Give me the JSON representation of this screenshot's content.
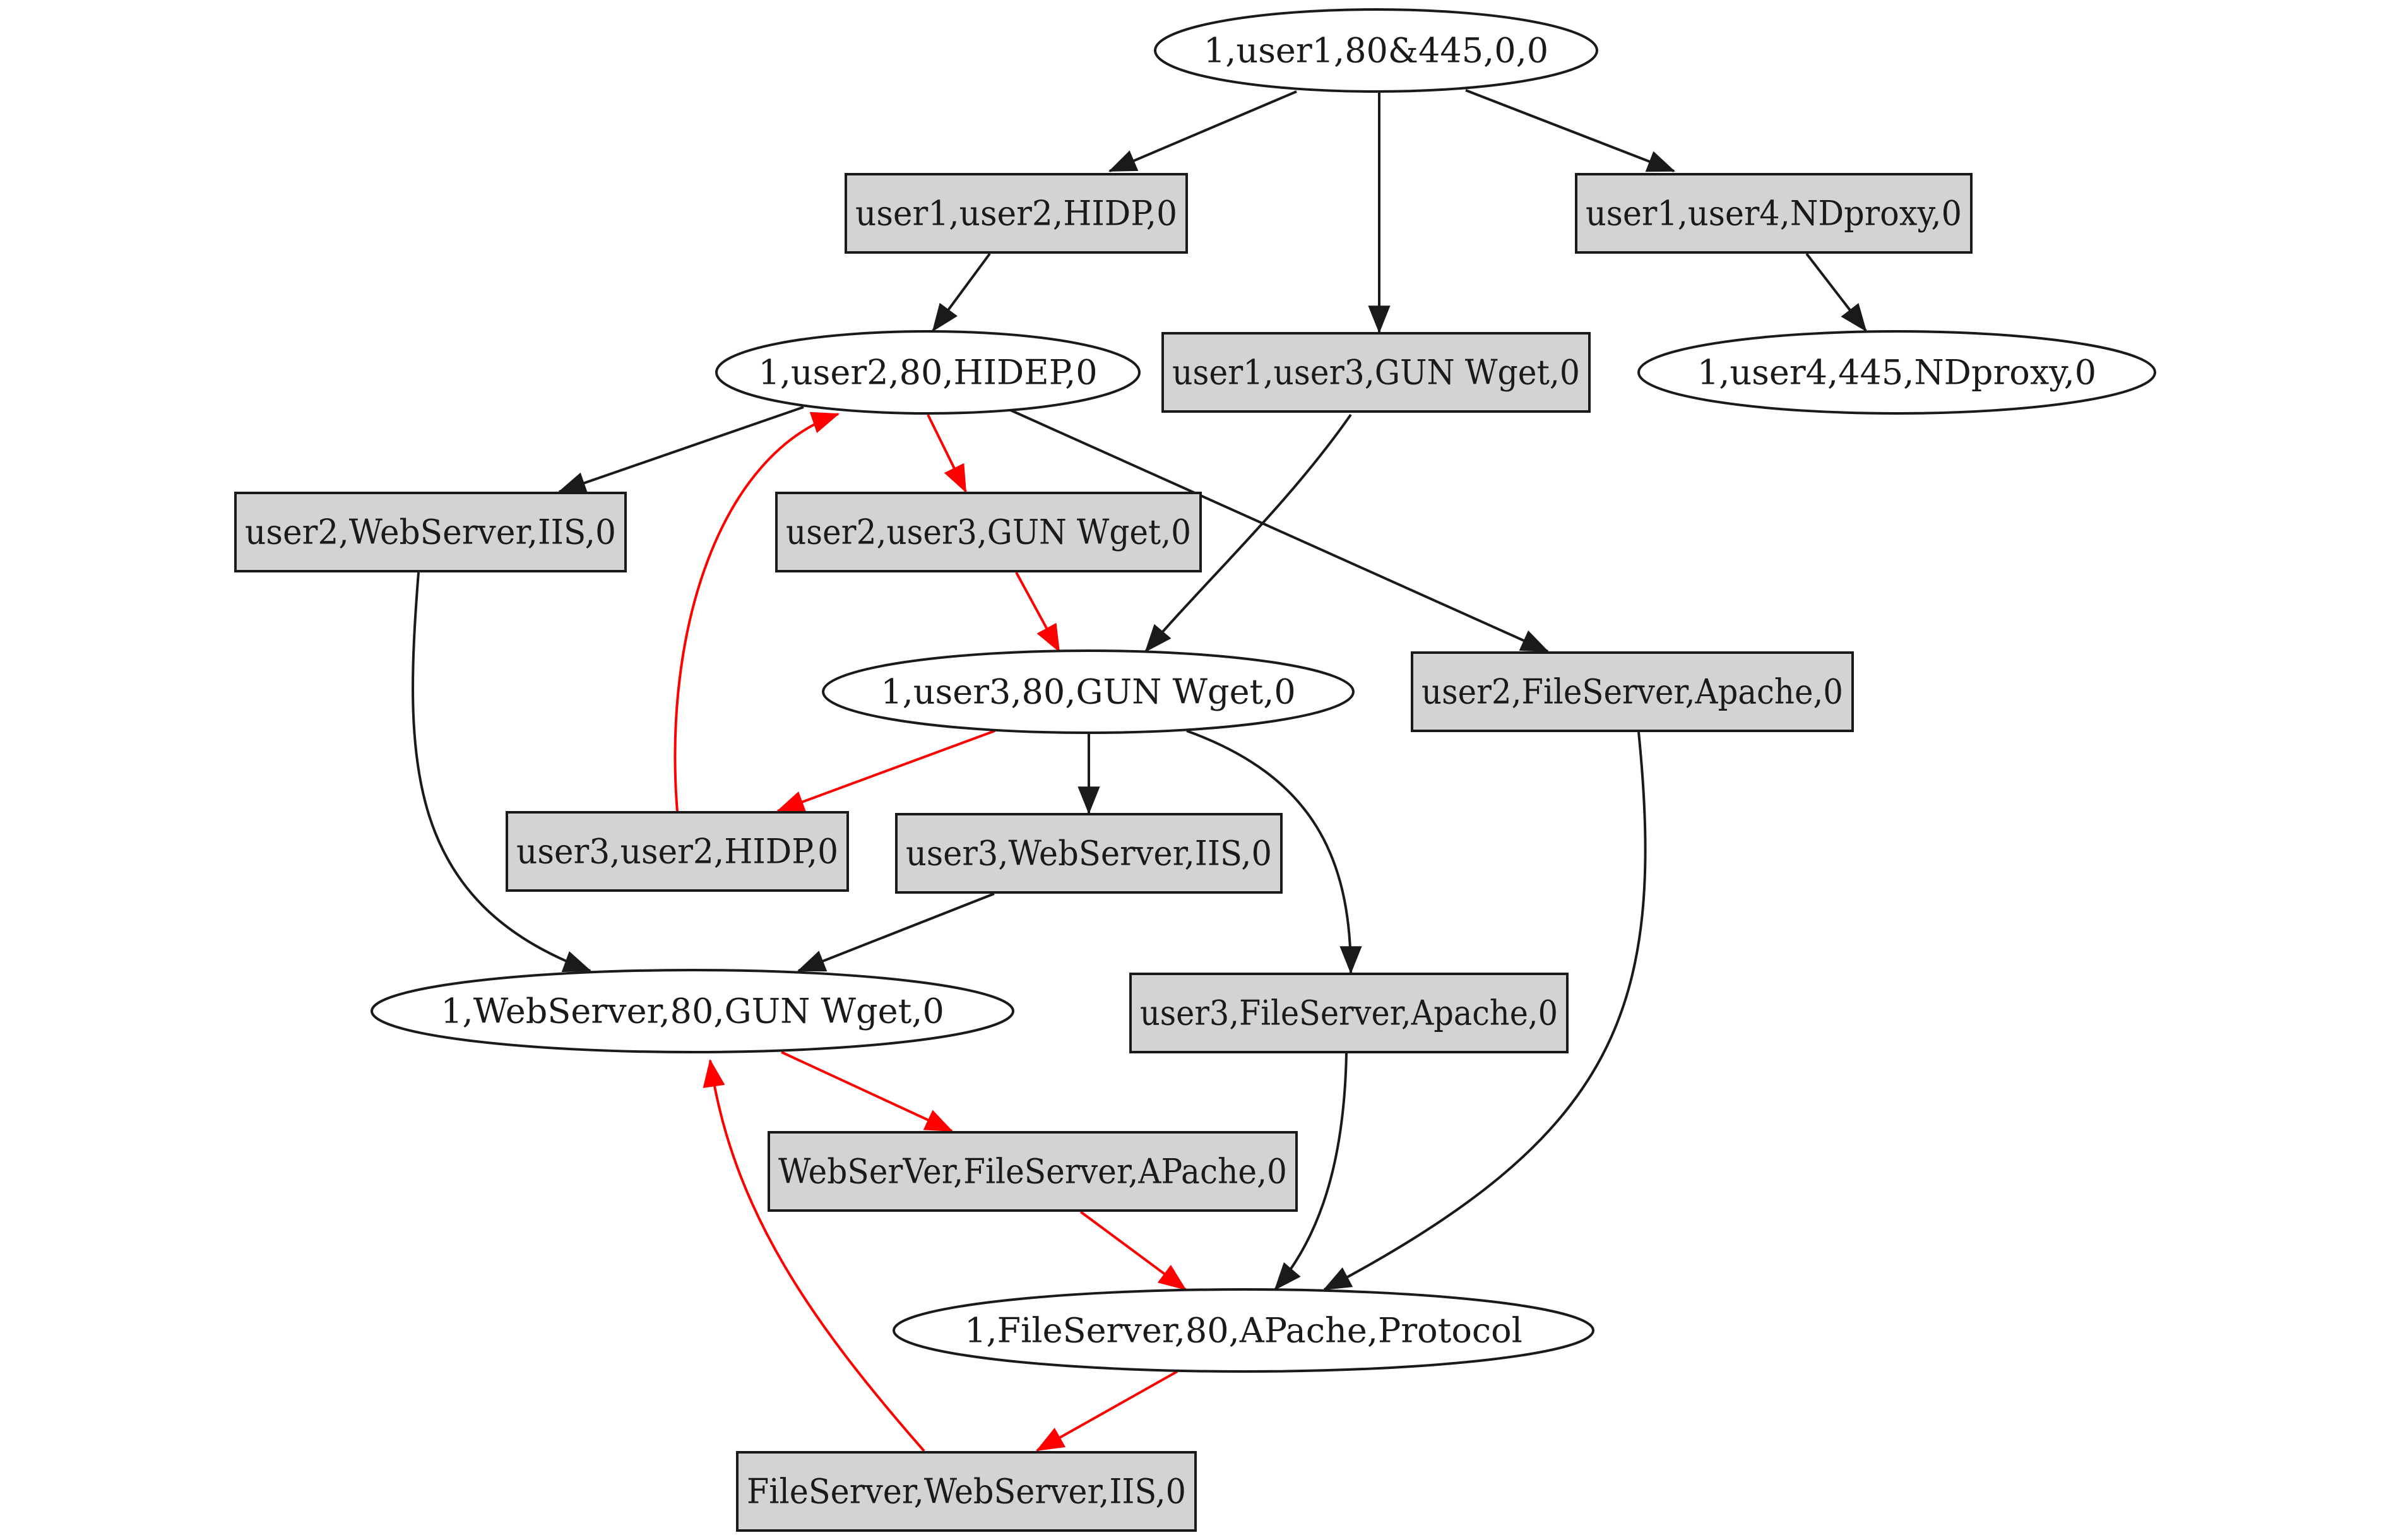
{
  "colors": {
    "background": "#ffffff",
    "stroke": "#1a1a1a",
    "box_fill": "#d3d3d3",
    "ellipse_fill": "#ffffff",
    "edge_black": "#1a1a1a",
    "edge_red": "#ff0000"
  },
  "nodes": [
    {
      "id": "n1",
      "shape": "ellipse",
      "label": "1,user1,80&445,0,0"
    },
    {
      "id": "n2",
      "shape": "box",
      "label": "user1,user2,HIDP,0"
    },
    {
      "id": "n3",
      "shape": "box",
      "label": "user1,user4,NDproxy,0"
    },
    {
      "id": "n4",
      "shape": "ellipse",
      "label": "1,user2,80,HIDEP,0"
    },
    {
      "id": "n5",
      "shape": "box",
      "label": "user1,user3,GUN Wget,0"
    },
    {
      "id": "n6",
      "shape": "ellipse",
      "label": "1,user4,445,NDproxy,0"
    },
    {
      "id": "n7",
      "shape": "box",
      "label": "user2,WebServer,IIS,0"
    },
    {
      "id": "n8",
      "shape": "box",
      "label": "user2,user3,GUN Wget,0"
    },
    {
      "id": "n9",
      "shape": "ellipse",
      "label": "1,user3,80,GUN Wget,0"
    },
    {
      "id": "n10",
      "shape": "box",
      "label": "user2,FileServer,Apache,0"
    },
    {
      "id": "n11",
      "shape": "box",
      "label": "user3,user2,HIDP,0"
    },
    {
      "id": "n12",
      "shape": "box",
      "label": "user3,WebServer,IIS,0"
    },
    {
      "id": "n13",
      "shape": "ellipse",
      "label": "1,WebServer,80,GUN Wget,0"
    },
    {
      "id": "n14",
      "shape": "box",
      "label": "user3,FileServer,Apache,0"
    },
    {
      "id": "n15",
      "shape": "box",
      "label": "WebSerVer,FileServer,APache,0"
    },
    {
      "id": "n16",
      "shape": "ellipse",
      "label": "1,FileServer,80,APache,Protocol"
    },
    {
      "id": "n17",
      "shape": "box",
      "label": "FileServer,WebServer,IIS,0"
    }
  ],
  "edges": [
    {
      "from": "n1",
      "to": "n2",
      "color": "black"
    },
    {
      "from": "n1",
      "to": "n5",
      "color": "black"
    },
    {
      "from": "n1",
      "to": "n3",
      "color": "black"
    },
    {
      "from": "n2",
      "to": "n4",
      "color": "black"
    },
    {
      "from": "n3",
      "to": "n6",
      "color": "black"
    },
    {
      "from": "n4",
      "to": "n7",
      "color": "black"
    },
    {
      "from": "n4",
      "to": "n8",
      "color": "red"
    },
    {
      "from": "n4",
      "to": "n10",
      "color": "black"
    },
    {
      "from": "n5",
      "to": "n9",
      "color": "black"
    },
    {
      "from": "n8",
      "to": "n9",
      "color": "red"
    },
    {
      "from": "n9",
      "to": "n11",
      "color": "red"
    },
    {
      "from": "n9",
      "to": "n12",
      "color": "black"
    },
    {
      "from": "n9",
      "to": "n14",
      "color": "black"
    },
    {
      "from": "n11",
      "to": "n4",
      "color": "red"
    },
    {
      "from": "n7",
      "to": "n13",
      "color": "black"
    },
    {
      "from": "n12",
      "to": "n13",
      "color": "black"
    },
    {
      "from": "n13",
      "to": "n15",
      "color": "red"
    },
    {
      "from": "n10",
      "to": "n16",
      "color": "black"
    },
    {
      "from": "n14",
      "to": "n16",
      "color": "black"
    },
    {
      "from": "n15",
      "to": "n16",
      "color": "red"
    },
    {
      "from": "n16",
      "to": "n17",
      "color": "red"
    },
    {
      "from": "n17",
      "to": "n13",
      "color": "red"
    }
  ]
}
